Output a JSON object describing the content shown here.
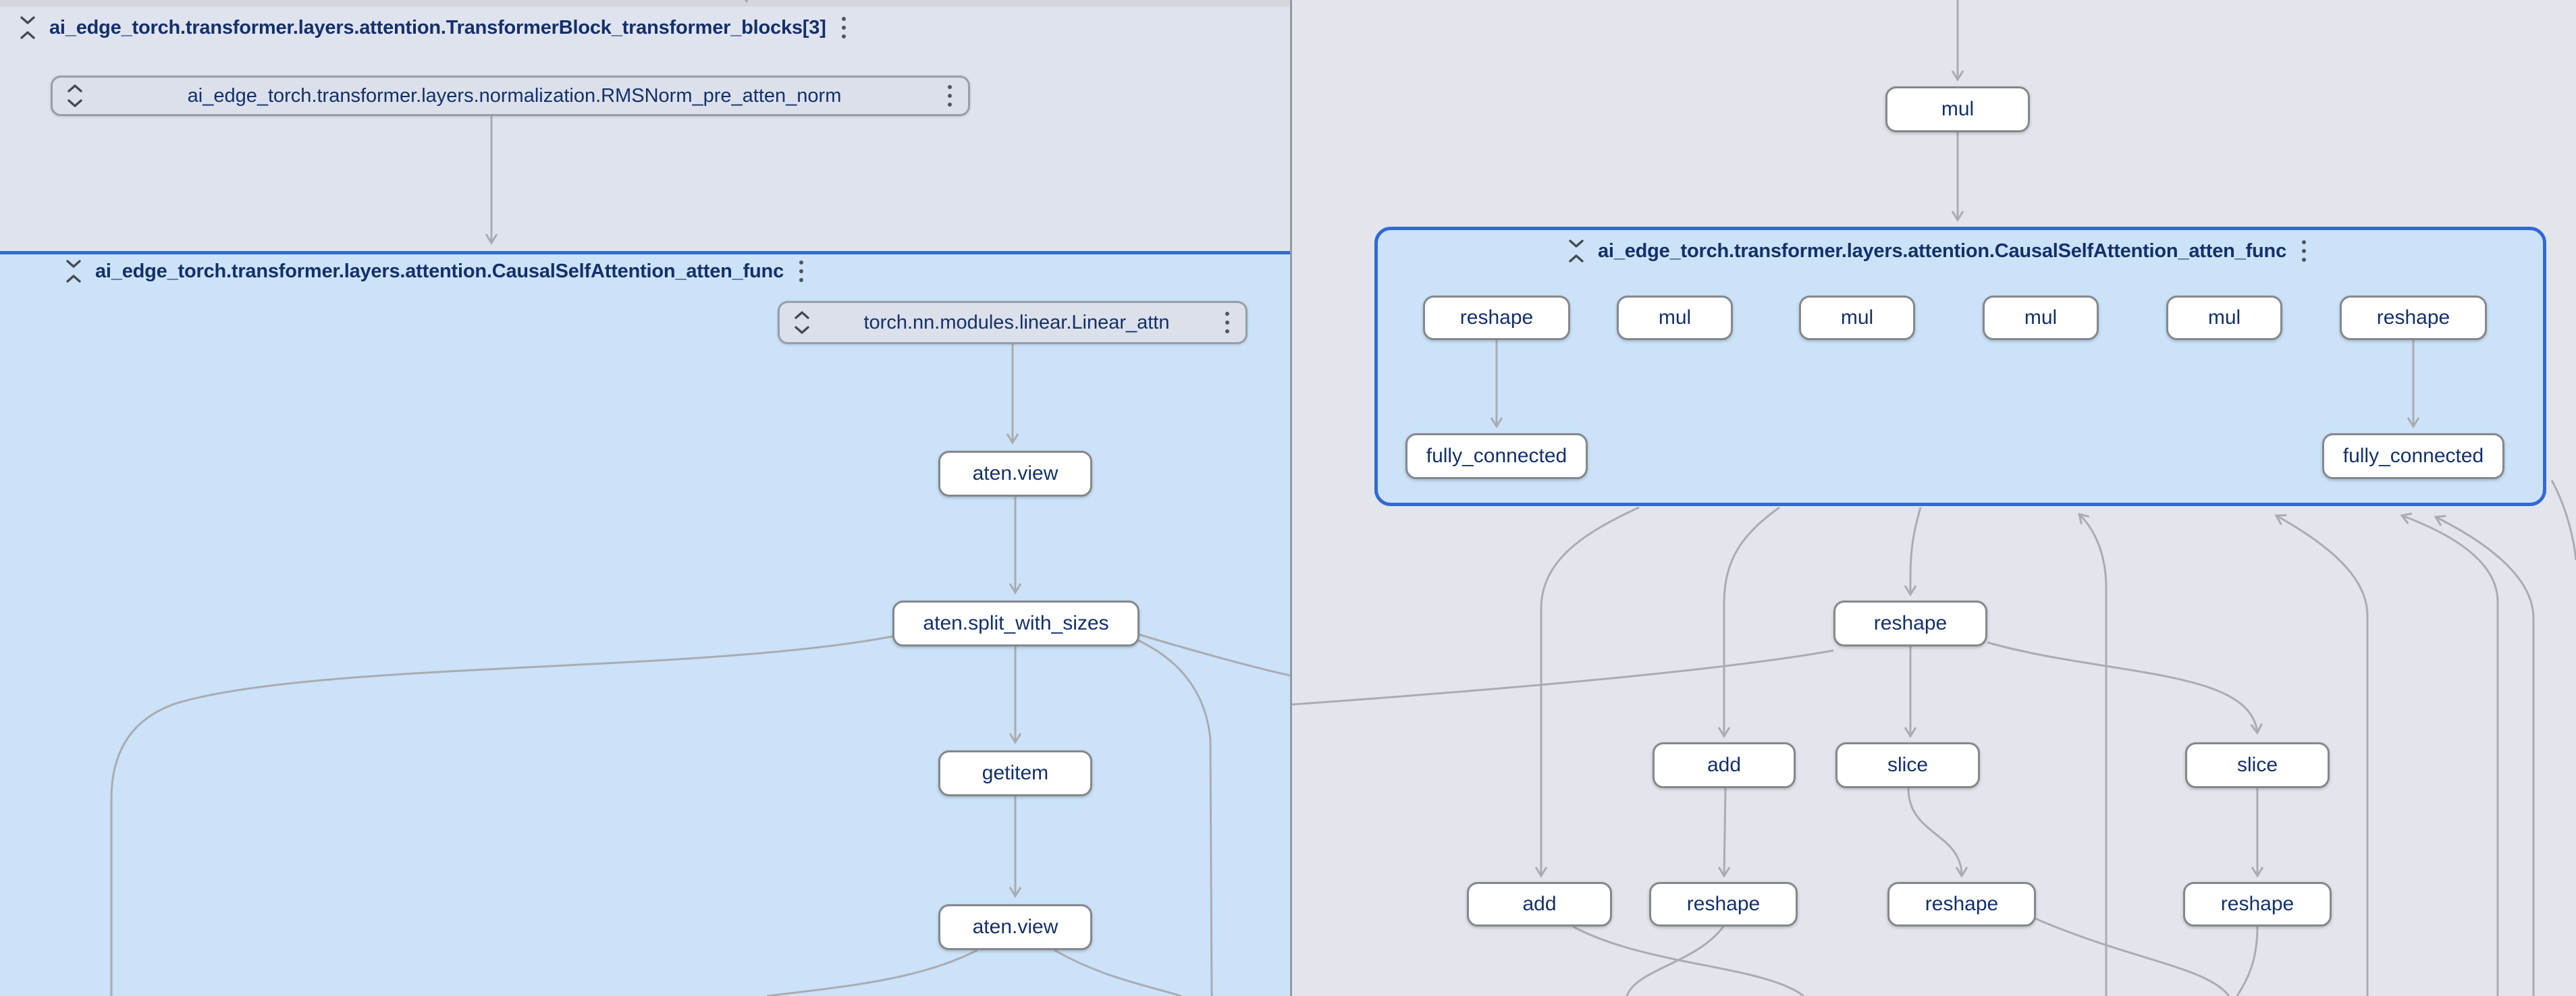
{
  "left_pane": {
    "transformer_block_title": "ai_edge_torch.transformer.layers.attention.TransformerBlock_transformer_blocks[3]",
    "rmsnorm_label": "ai_edge_torch.transformer.layers.normalization.RMSNorm_pre_atten_norm",
    "causal_group_title": "ai_edge_torch.transformer.layers.attention.CausalSelfAttention_atten_func",
    "linear_label": "torch.nn.modules.linear.Linear_attn",
    "op_nodes": [
      "aten.view",
      "aten.split_with_sizes",
      "getitem",
      "aten.view"
    ]
  },
  "right_pane": {
    "mul_label": "mul",
    "causal_group_title": "ai_edge_torch.transformer.layers.attention.CausalSelfAttention_atten_func",
    "group_nodes": [
      "reshape",
      "mul",
      "mul",
      "mul",
      "mul",
      "reshape"
    ],
    "fc_nodes": [
      "fully_connected",
      "fully_connected"
    ],
    "below_nodes": [
      "reshape",
      "add",
      "slice",
      "slice",
      "add",
      "reshape",
      "reshape",
      "reshape"
    ]
  },
  "icons": {
    "collapse": "unfold-less-icon",
    "expand": "unfold-more-icon",
    "menu": "kebab-menu-icon"
  },
  "colors": {
    "selected_group_border": "#3268d8",
    "group_bg": "#cbe2f8",
    "left_pane_bg": "#dfe3ee",
    "right_pane_bg": "#e2e5eb",
    "node_bg": "#ffffff",
    "node_border": "#84888d",
    "collapsed_node_bg": "#dbe0eb",
    "edge": "#a9acb1",
    "text": "#14306a"
  }
}
